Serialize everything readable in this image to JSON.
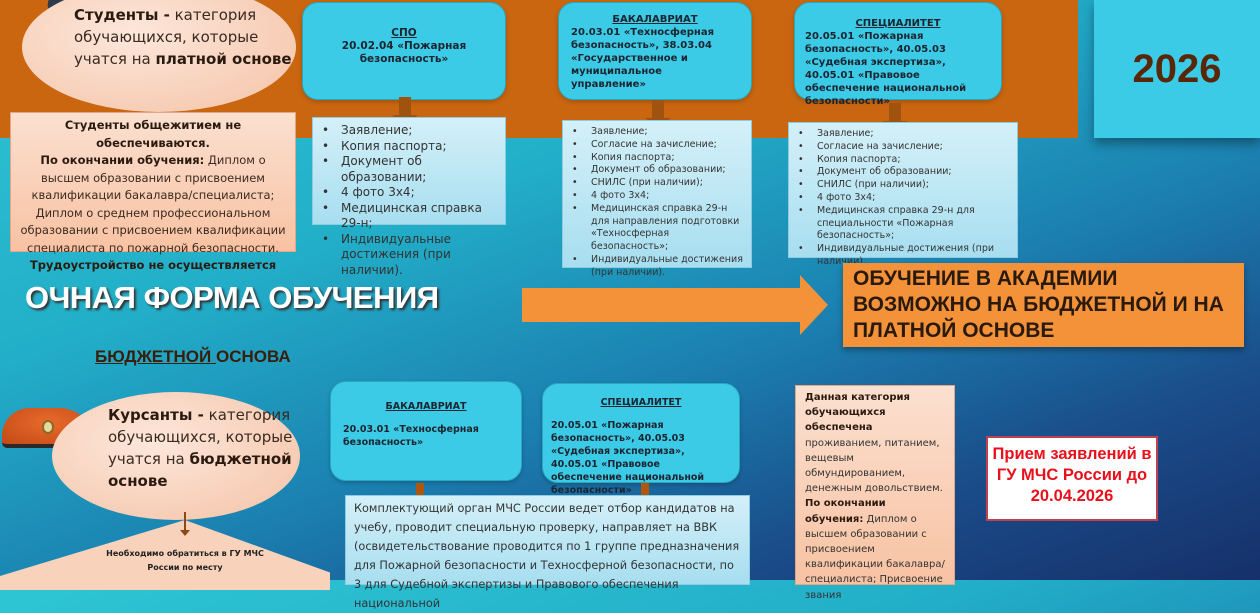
{
  "year": "2026",
  "paid": {
    "oval": {
      "bold": "Студенты -",
      "text": " категория обучающихся, которые учатся на ",
      "bold2": "платной основе"
    },
    "info": {
      "l1": "Студенты общежитием не обеспечиваются.",
      "l2b": "По окончании обучения:",
      "l2": " Диплом о высшем образовании с присвоением квалификации бакалавра/специалиста; Диплом о среднем профессиональном образовании с присвоением квалификации  специалиста по пожарной безопасности.",
      "l3": "Трудоустройство не осуществляется"
    },
    "programs": [
      {
        "title": "СПО",
        "text": "20.02.04 «Пожарная безопасность»",
        "docs": [
          "Заявление;",
          "Копия паспорта;",
          "Документ об образовании;",
          "4 фото 3х4;",
          "Медицинская справка 29-н;",
          "Индивидуальные достижения (при наличии)."
        ]
      },
      {
        "title": "БАКАЛАВРИАТ",
        "text": "20.03.01 «Техносферная безопасность», 38.03.04 «Государственное и муниципальное управление»",
        "docs": [
          "Заявление;",
          "Согласие на зачисление;",
          "Копия паспорта;",
          "Документ об образовании;",
          "СНИЛС (при наличии);",
          "4 фото 3х4;",
          "Медицинская справка 29-н для направления подготовки «Техносферная безопасность»;",
          "Индивидуальные достижения (при наличии)."
        ]
      },
      {
        "title": "СПЕЦИАЛИТЕТ",
        "text": "20.05.01 «Пожарная безопасность», 40.05.03 «Судебная экспертиза», 40.05.01 «Правовое обеспечение национальной безопасности»",
        "docs": [
          "Заявление;",
          "Согласие на зачисление;",
          "Копия паспорта;",
          "Документ об образовании;",
          "СНИЛС (при наличии);",
          "4 фото 3х4;",
          "Медицинская справка 29-н для специальности «Пожарная безопасность»;",
          "Индивидуальные достижения (при наличии)."
        ]
      }
    ]
  },
  "main_title": "ОЧНАЯ ФОРМА ОБУЧЕНИЯ",
  "academy_note": "ОБУЧЕНИЕ В АКАДЕМИИ ВОЗМОЖНО НА БЮДЖЕТНОЙ И НА ПЛАТНОЙ ОСНОВЕ",
  "budget_heading": {
    "underlined": "БЮДЖЕТНОЙ ",
    "rest": "ОСНОВА"
  },
  "budget": {
    "oval": {
      "bold": "Курсанты -",
      "text": " категория обучающихся, которые учатся на ",
      "bold2": "бюджетной основе"
    },
    "triangle_text": "Необходимо обратиться в ГУ МЧС России по месту",
    "programs": [
      {
        "title": "БАКАЛАВРИАТ",
        "text": "20.03.01 «Техносферная безопасность»"
      },
      {
        "title": "СПЕЦИАЛИТЕТ",
        "text": "20.05.01 «Пожарная безопасность», 40.05.03 «Судебная экспертиза», 40.05.01 «Правовое обеспечение национальной безопасности»"
      }
    ],
    "selection": "Комплектующий орган МЧС России ведет отбор кандидатов на учебу, проводит специальную проверку, направляет на ВВК (освидетельствование проводится по 1 группе предназначения для Пожарной безопасности и Техносферной безопасности, по 3 для Судебной экспертизы и Правового обеспечения национальной",
    "provision": {
      "b1": "Данная категория обучающихся обеспечена",
      "t1": " проживанием, питанием, вещевым обмундированием, денежным довольствием.",
      "b2": "По окончании обучения:",
      "t2": " Диплом о высшем образовании с присвоением квалификации бакалавра/специалиста; Присвоение звания"
    }
  },
  "deadline": "Прием заявлений в ГУ МЧС России до 20.04.2026",
  "colors": {
    "band": "#c9660f",
    "program": "#3ccbe6",
    "orange": "#f39238",
    "red": "#e8101a",
    "year": "#5a2608"
  }
}
